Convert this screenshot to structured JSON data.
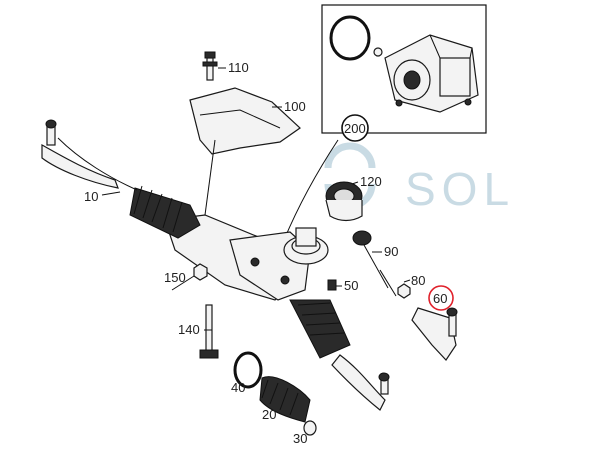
{
  "brand": {
    "text": "SOL",
    "color": "#c9dbe4"
  },
  "highlight_color": "#e0212b",
  "callouts": {
    "c10": "10",
    "c20": "20",
    "c30": "30",
    "c40": "40",
    "c50": "50",
    "c60": "60",
    "c80": "80",
    "c90": "90",
    "c100": "100",
    "c110": "110",
    "c120": "120",
    "c140": "140",
    "c150": "150",
    "c200": "200"
  }
}
